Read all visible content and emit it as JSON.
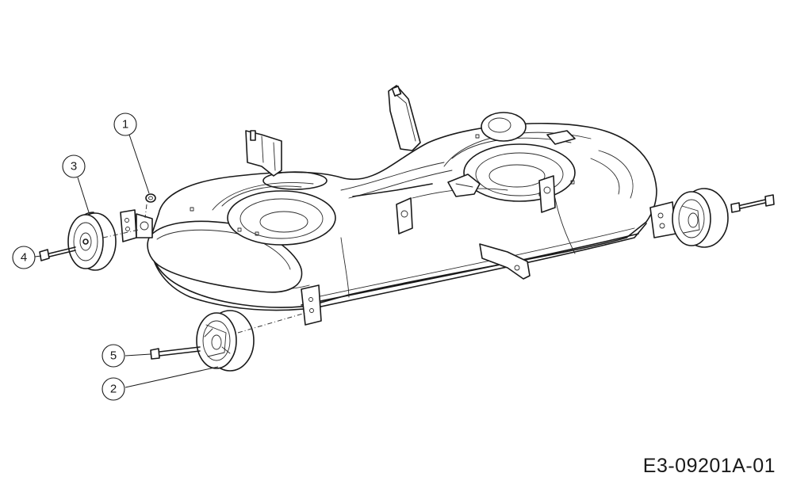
{
  "diagram": {
    "drawing_code": "E3-09201A-01",
    "callouts": [
      {
        "id": "c1",
        "label": "1"
      },
      {
        "id": "c2",
        "label": "2"
      },
      {
        "id": "c3",
        "label": "3"
      },
      {
        "id": "c4",
        "label": "4"
      },
      {
        "id": "c5",
        "label": "5"
      }
    ]
  }
}
